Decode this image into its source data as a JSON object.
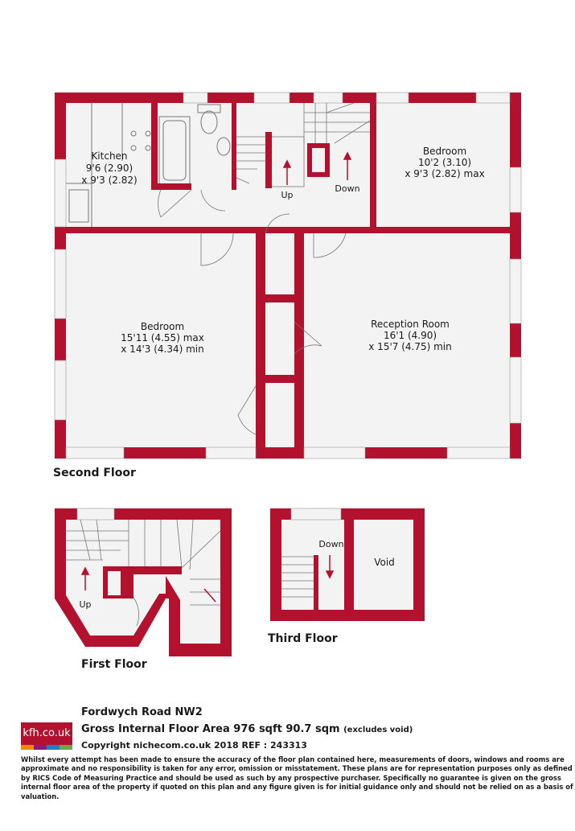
{
  "colors": {
    "wall": "#b3122e",
    "floor": "#f3f3f3",
    "logo_bars": [
      "#f08a00",
      "#8a1c7c",
      "#1f7fbf",
      "#6aa84f"
    ]
  },
  "rooms": {
    "kitchen": {
      "name": "Kitchen",
      "dim1": "9'6 (2.90)",
      "dim2": "x 9'3 (2.82)"
    },
    "bedroom_small": {
      "name": "Bedroom",
      "dim1": "10'2 (3.10)",
      "dim2": "x 9'3 (2.82) max"
    },
    "bedroom_large": {
      "name": "Bedroom",
      "dim1": "15'11 (4.55) max",
      "dim2": "x 14'3 (4.34) min"
    },
    "reception": {
      "name": "Reception Room",
      "dim1": "16'1 (4.90)",
      "dim2": "x 15'7 (4.75) min"
    }
  },
  "stair_labels": {
    "second_up": "Up",
    "second_down": "Down",
    "first_up": "Up",
    "third_down": "Down",
    "void": "Void"
  },
  "floors": {
    "second": "Second Floor",
    "first": "First Floor",
    "third": "Third Floor"
  },
  "footer": {
    "logo": "kfh.co.uk",
    "address": "Fordwych Road NW2",
    "area_main": "Gross Internal Floor Area 976 sqft 90.7 sqm",
    "area_note": "(excludes void)",
    "copyright": "Copyright nichecom.co.uk 2018 REF : 243313",
    "disclaimer": "Whilst every attempt has been made to ensure the accuracy of the floor plan contained here, measurements of doors, windows and rooms are approximate and no responsibility is taken for any error, omission or misstatement. These plans are for representation purposes only as defined by RICS Code of Measuring Practice and should be used as such by any prospective purchaser.  Specifically no guarantee is given on the gross internal floor area of the property if quoted on this plan and any figure given is for initial guidance only and should not be relied on as a basis of valuation."
  }
}
